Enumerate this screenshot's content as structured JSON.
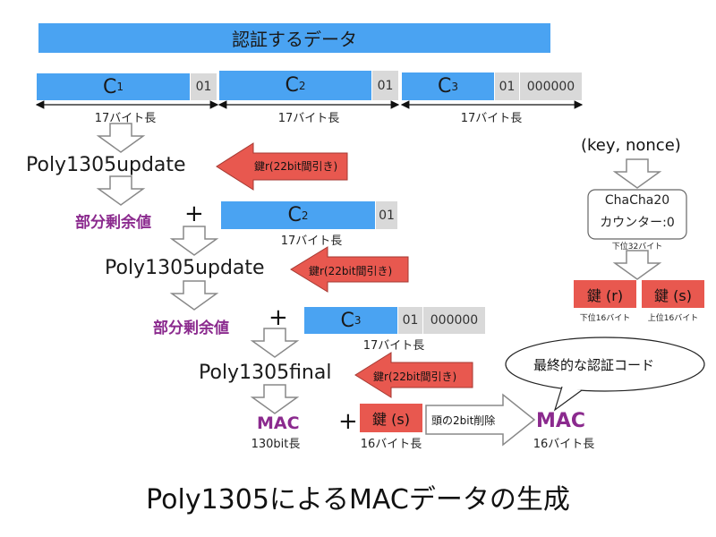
{
  "header_label": "認証するデータ",
  "blocks": {
    "c1": {
      "label": "C",
      "sub": "1",
      "pad": "01",
      "length": "17バイト長"
    },
    "c2": {
      "label": "C",
      "sub": "2",
      "pad": "01",
      "length": "17バイト長"
    },
    "c3": {
      "label": "C",
      "sub": "3",
      "pad": "01",
      "pad2": "000000",
      "length": "17バイト長"
    }
  },
  "steps": {
    "update1": "Poly1305update",
    "update2": "Poly1305update",
    "final": "Poly1305final"
  },
  "key_r_label": "鍵r(22bit間引き)",
  "partial_label": "部分剰余値",
  "plus_sign": "+",
  "second_block": {
    "label": "C",
    "sub": "2",
    "pad": "01",
    "length": "17バイト長"
  },
  "third_block": {
    "label": "C",
    "sub": "3",
    "pad": "01",
    "pad2": "000000",
    "length": "17バイト長"
  },
  "keygen": {
    "input": "(key, nonce)",
    "cipher_line1": "ChaCha20",
    "cipher_line2": "カウンター:0",
    "output_note": "下位32バイト",
    "key_r": "鍵 (r)",
    "key_r_note": "下位16バイト",
    "key_s": "鍵 (s)",
    "key_s_note": "上位16バイト"
  },
  "mac": {
    "label": "MAC",
    "length": "130bit長",
    "key_s": "鍵 (s)",
    "key_s_length": "16バイト長",
    "truncate": "頭の2bit削除",
    "final_label": "MAC",
    "final_length": "16バイト長",
    "bubble": "最終的な認証コード"
  },
  "title": "Poly1305によるMACデータの生成",
  "colors": {
    "blue": "#4aa3f2",
    "red": "#e8584f",
    "gray": "#d9d9d9",
    "purple": "#8b2a8e"
  }
}
